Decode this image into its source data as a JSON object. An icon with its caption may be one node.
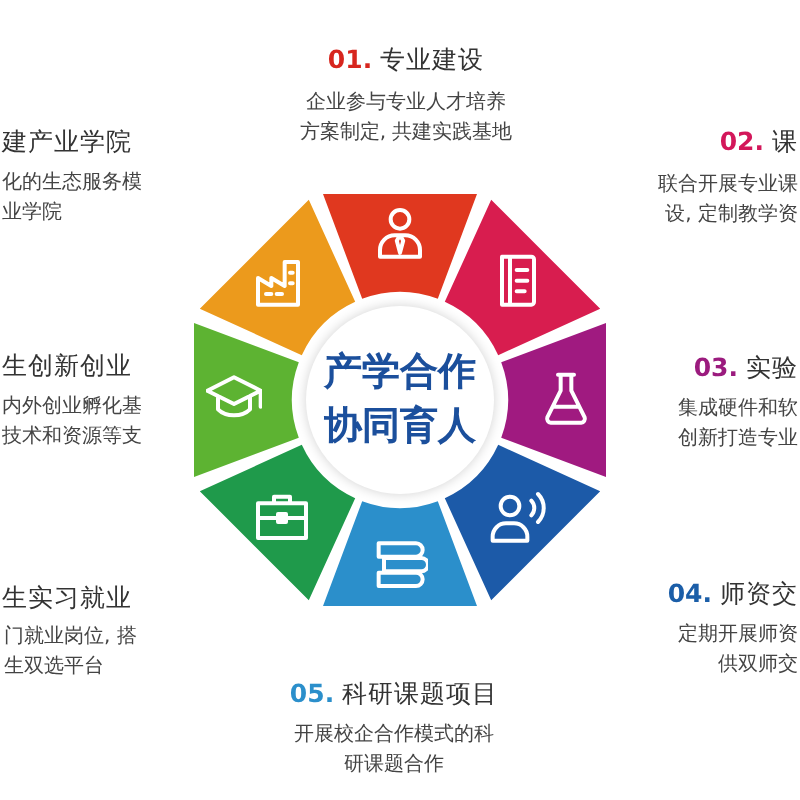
{
  "diagram": {
    "nodes": [
      {
        "text": [
          "产学合作协同育人"
        ]
      }
    ],
    "labels": [
      "01. 专业建设",
      "企业参与专业人才培养方案制定, 共建实践基地",
      "02. 课",
      "联合开展专业课设, 定制教学资",
      "03. 实验",
      "集成硬件和软创新打造专业",
      "04. 师资交",
      "定期开展师资供双师交",
      "05. 科研课题项目",
      "开展校企合作模式的科研课题合作",
      "生实习就业",
      "门就业岗位, 搭生双选平台",
      "生创新创业",
      "内外创业孵化基技术和资源等支",
      "建产业学院",
      "化的生态服务模业学院"
    ]
  }
}
